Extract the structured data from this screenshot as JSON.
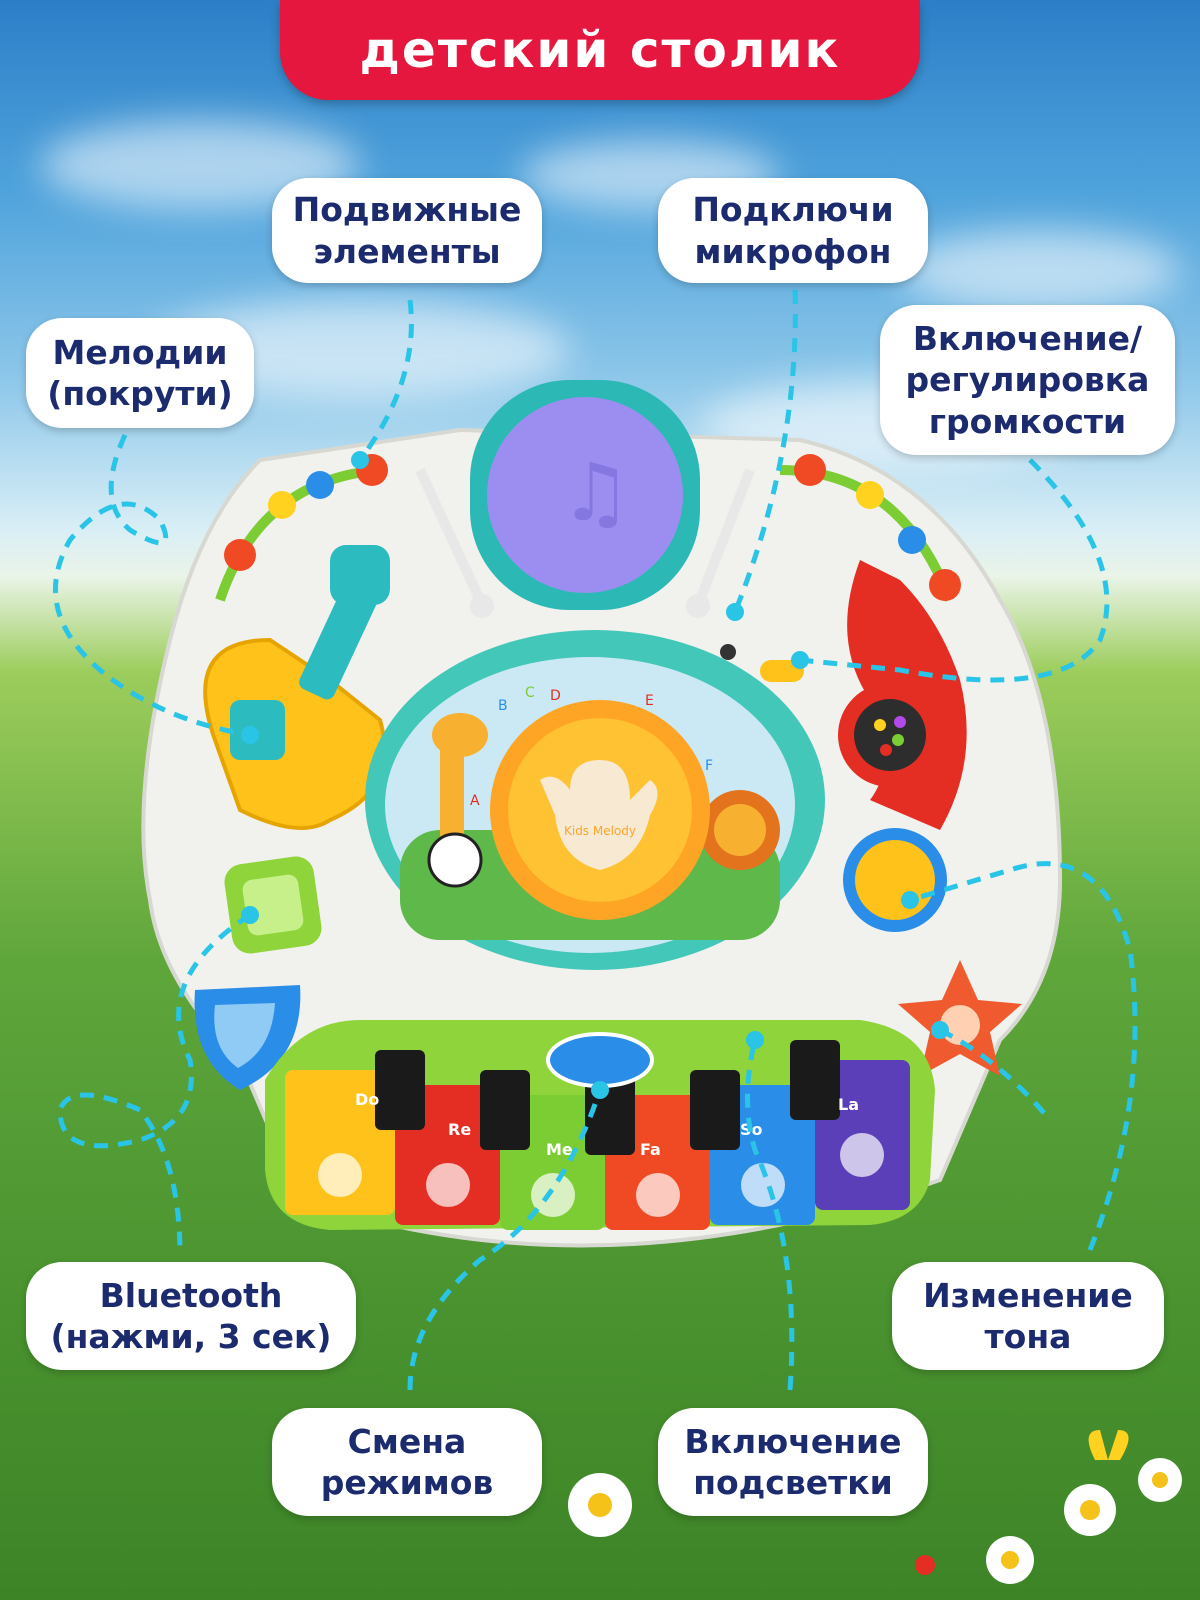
{
  "title": "Детский столик",
  "labels": {
    "movable": "Подвижные\nэлементы",
    "microphone": "Подключи\nмикрофон",
    "melodies": "Мелодии\n(покрути)",
    "volume": "Включение/\nрегулировка\nгромкости",
    "bluetooth": "Bluetooth\n(нажми, 3 сек)",
    "tone": "Изменение\nтона",
    "modes": "Смена\nрежимов",
    "backlight": "Включение\nподсветки"
  },
  "toy_text": {
    "center_logo": "Kids Melody",
    "keys": [
      "Do",
      "Re",
      "Me",
      "Fa",
      "So",
      "La"
    ],
    "letters": [
      "A",
      "B",
      "C",
      "D",
      "E",
      "F"
    ]
  },
  "colors": {
    "banner": "#e5173e",
    "label_text": "#1c2a6e",
    "leader_line": "#29c4e6"
  }
}
